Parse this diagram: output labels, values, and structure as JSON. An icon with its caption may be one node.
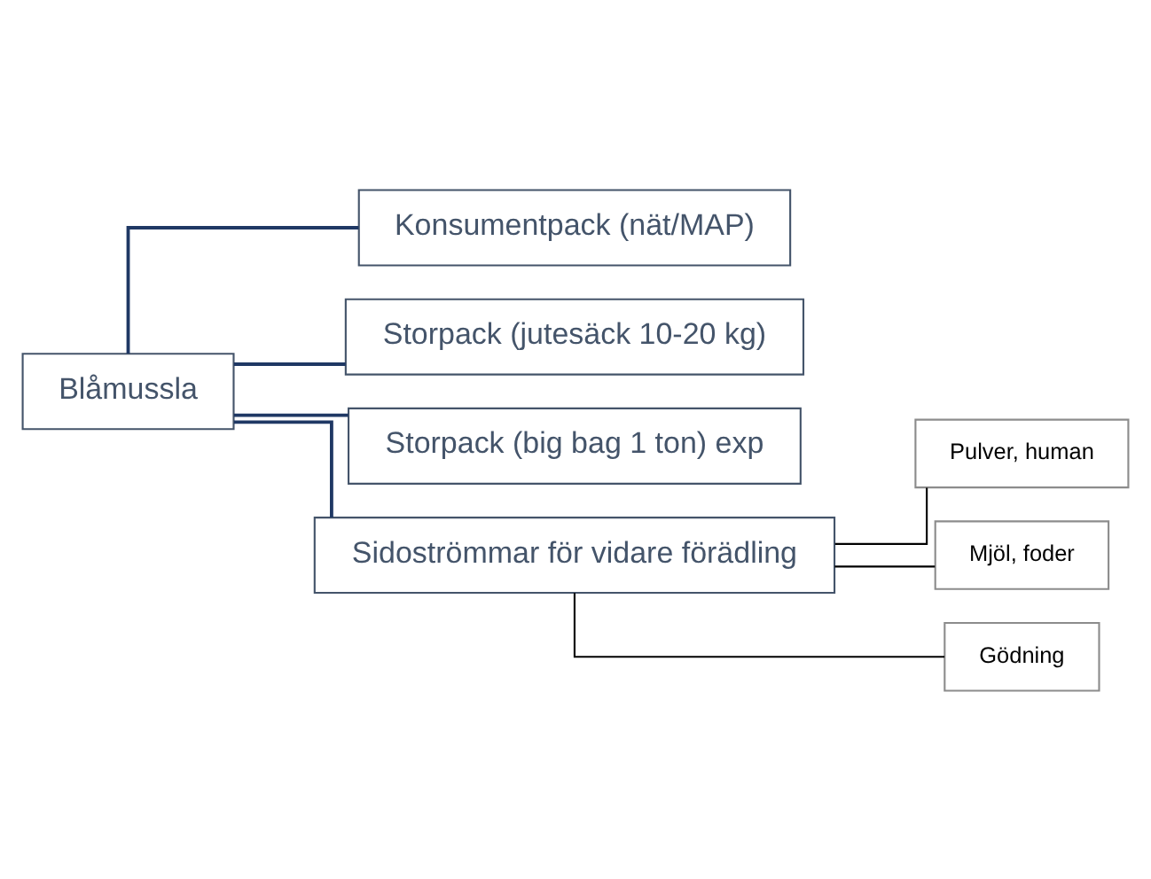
{
  "diagram": {
    "nodes": [
      {
        "text": [
          "Blåmussla"
        ]
      },
      {
        "text": [
          "Konsumentpack (nät/MAP)"
        ]
      },
      {
        "text": [
          "Storpack (jutesäck 10-20 kg)"
        ]
      },
      {
        "text": [
          "Storpack (big bag 1 ton) exp"
        ]
      },
      {
        "text": [
          "Sidoströmmar för vidare förädling"
        ]
      },
      {
        "text": [
          "Pulver, human"
        ]
      },
      {
        "text": [
          "Mjöl, foder"
        ]
      },
      {
        "text": [
          "Gödning"
        ]
      }
    ],
    "edges": [
      {
        "from": 0,
        "to": 1,
        "arrow": "none"
      },
      {
        "from": 0,
        "to": 2,
        "arrow": "none"
      },
      {
        "from": 0,
        "to": 3,
        "arrow": "none"
      },
      {
        "from": 0,
        "to": 4,
        "arrow": "none"
      },
      {
        "from": 4,
        "to": 5,
        "arrow": "none",
        "color": "#000000"
      },
      {
        "from": 4,
        "to": 6,
        "arrow": "none",
        "color": "#000000"
      },
      {
        "from": 4,
        "to": 7,
        "arrow": "none",
        "color": "#000000"
      }
    ]
  }
}
